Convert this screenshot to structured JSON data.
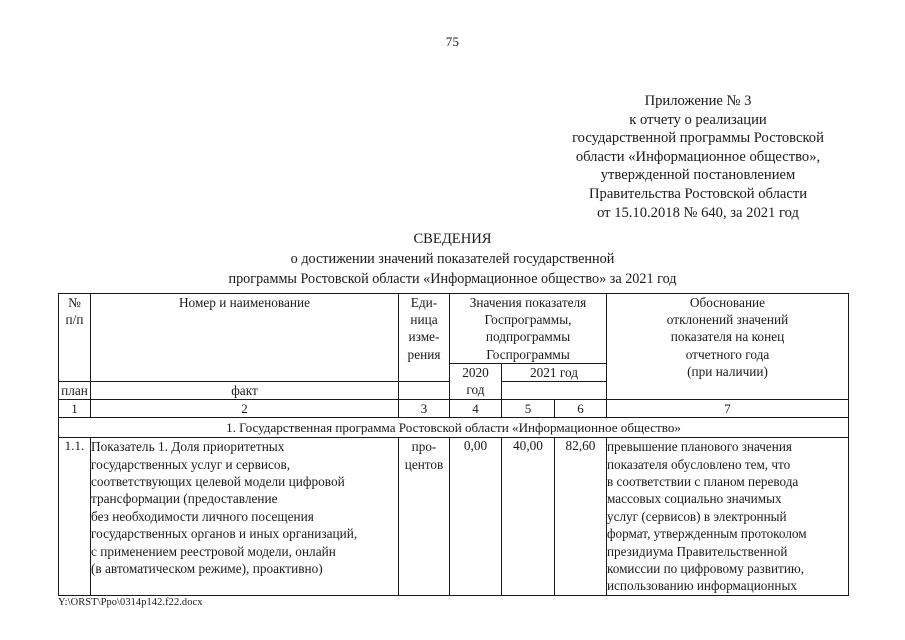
{
  "page": {
    "number": "75",
    "footer_path": "Y:\\ORST\\Ppo\\0314p142.f22.docx"
  },
  "appendix": {
    "lines": [
      "Приложение № 3",
      "к отчету о реализации",
      "государственной программы Ростовской",
      "области «Информационное общество»,",
      "утвержденной постановлением",
      "Правительства Ростовской области",
      "от 15.10.2018 № 640, за 2021 год"
    ]
  },
  "title": {
    "heading": "СВЕДЕНИЯ",
    "sub_lines": [
      "о достижении значений показателей государственной",
      "программы Ростовской области «Информационное общество» за 2021 год"
    ]
  },
  "table": {
    "headers": {
      "col1": "№\nп/п",
      "col1_line1": "№",
      "col1_line2": "п/п",
      "col2": "Номер и наименование",
      "col3_lines": [
        "Еди-",
        "ница",
        "изме-",
        "рения"
      ],
      "values_group_lines": [
        "Значения показателя",
        "Госпрограммы,",
        "подпрограммы",
        "Госпрограммы"
      ],
      "year_2020_line1": "2020",
      "year_2020_line2": "год",
      "year_2021": "2021 год",
      "plan": "план",
      "fact": "факт",
      "col7_lines": [
        "Обоснование",
        "отклонений значений",
        "показателя на конец",
        "отчетного года",
        "(при наличии)"
      ]
    },
    "column_numbers": [
      "1",
      "2",
      "3",
      "4",
      "5",
      "6",
      "7"
    ],
    "section_row": "1. Государственная программа Ростовской области «Информационное общество»",
    "rows": [
      {
        "index": "1.1.",
        "name_lines": [
          "Показатель 1. Доля приоритетных",
          "государственных услуг и сервисов,",
          "соответствующих целевой модели цифровой",
          "трансформации (предоставление",
          "без необходимости личного посещения",
          "государственных органов и иных организаций,",
          "с применением реестровой модели, онлайн",
          "(в автоматическом режиме), проактивно)"
        ],
        "unit_lines": [
          "про-",
          "центов"
        ],
        "value_2020": "0,00",
        "value_2021_plan": "40,00",
        "value_2021_fact": "82,60",
        "justification_lines": [
          "превышение планового значения",
          "показателя обусловлено тем, что",
          "в соответствии с планом перевода",
          "массовых социально значимых",
          "услуг (сервисов) в электронный",
          "формат, утвержденным протоколом",
          "президиума Правительственной",
          "комиссии по цифровому развитию,",
          "использованию информационных"
        ]
      }
    ]
  }
}
